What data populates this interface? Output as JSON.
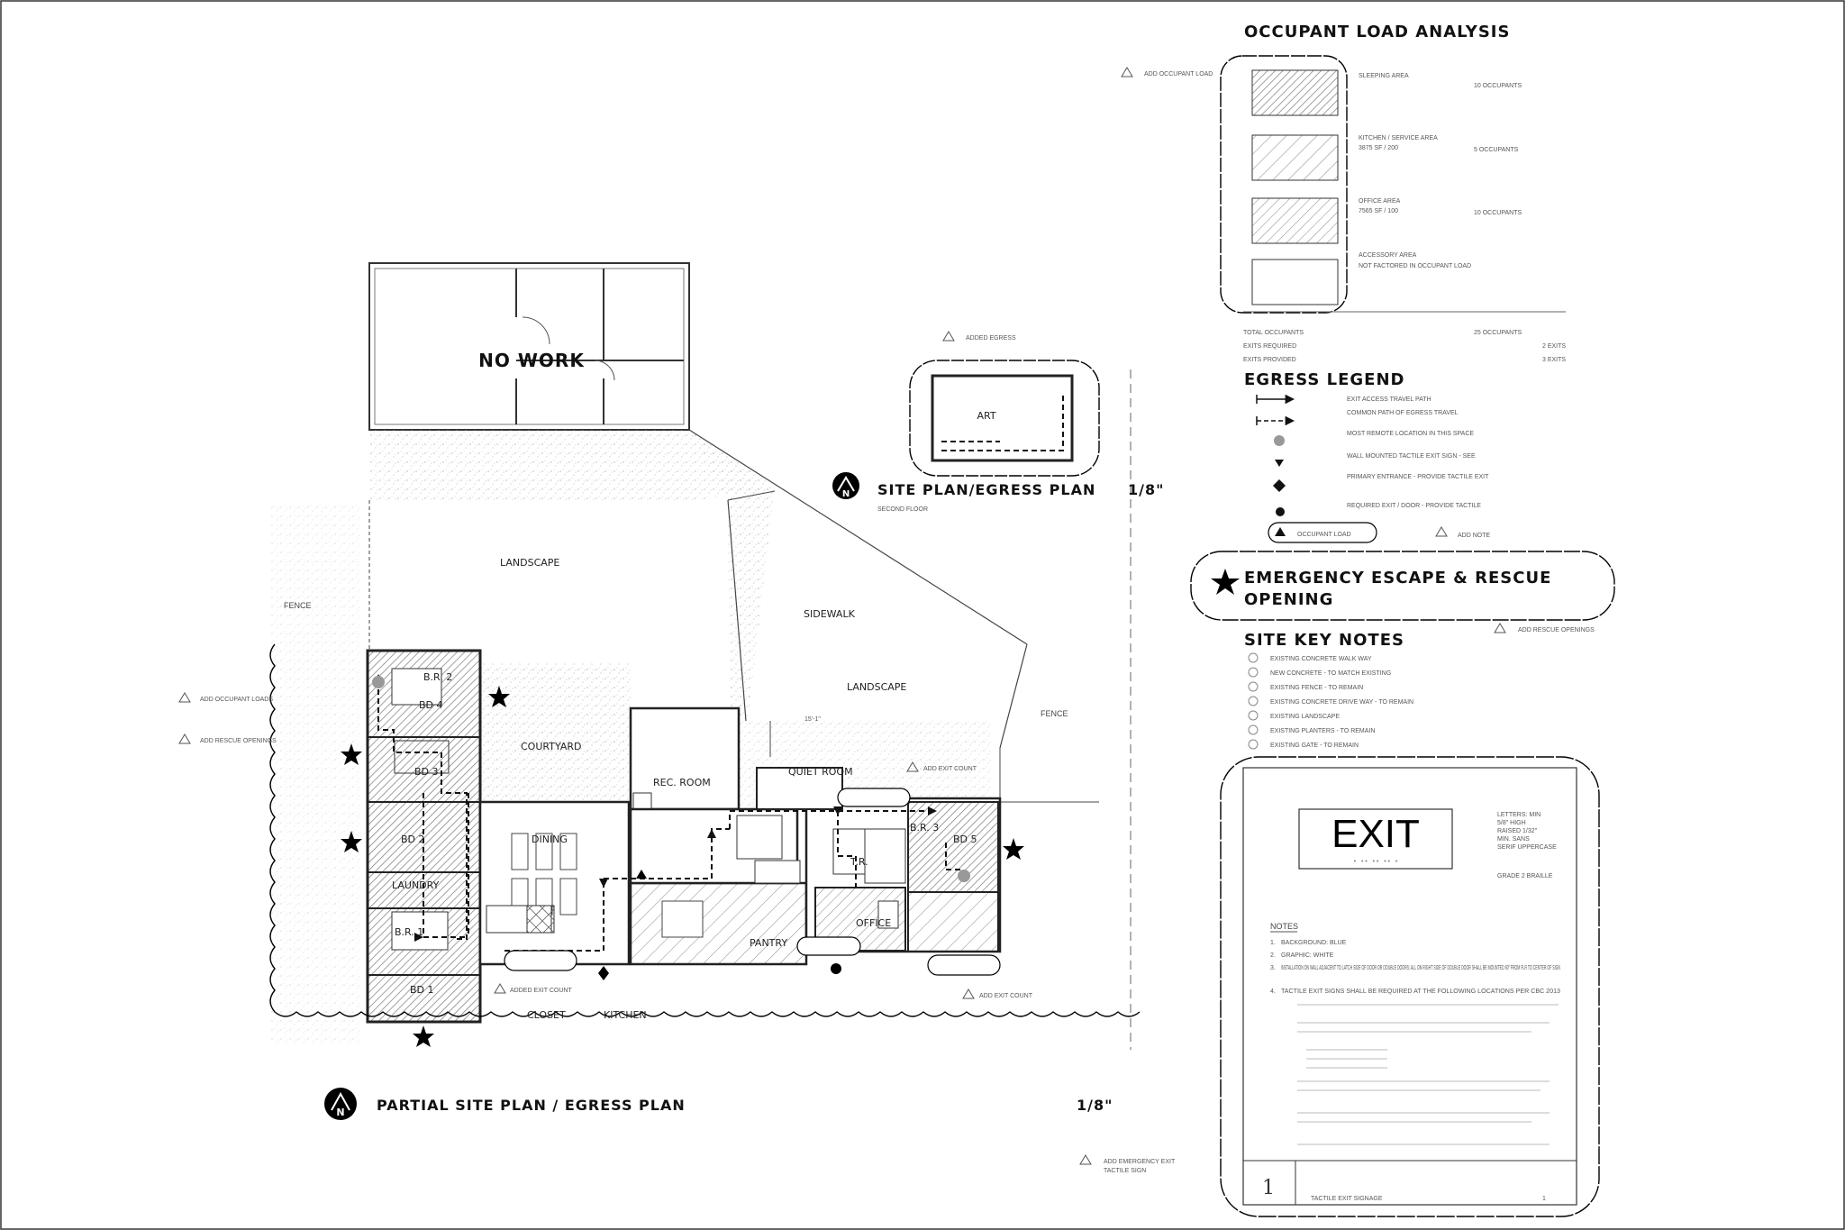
{
  "sheet": {
    "border_color": "#333333",
    "cloud_color": "#000000",
    "hatch_color": "#888888"
  },
  "occupant_load": {
    "title": "OCCUPANT LOAD ANALYSIS",
    "revision_note": "ADD OCCUPANT LOAD",
    "rows": [
      {
        "label": "SLEEPING AREA",
        "detail": "",
        "occupants": "10 OCCUPANTS",
        "pattern": "dense"
      },
      {
        "label": "KITCHEN / SERVICE AREA",
        "detail": "3875 SF / 200",
        "occupants": "5 OCCUPANTS",
        "pattern": "wide"
      },
      {
        "label": "OFFICE AREA",
        "detail": "7565 SF / 100",
        "occupants": "10 OCCUPANTS",
        "pattern": "medium"
      },
      {
        "label": "ACCESSORY AREA",
        "detail": "NOT FACTORED IN OCCUPANT LOAD",
        "occupants": "",
        "pattern": "none"
      }
    ],
    "total_label": "TOTAL OCCUPANTS",
    "total_value": "25 OCCUPANTS",
    "exits_required_label": "EXITS REQUIRED",
    "exits_required_value": "2 EXITS",
    "exits_provided_label": "EXITS PROVIDED",
    "exits_provided_value": "3 EXITS"
  },
  "egress_legend": {
    "title": "EGRESS LEGEND",
    "items": [
      {
        "symbol": "arrow-solid",
        "text": "EXIT ACCESS TRAVEL PATH"
      },
      {
        "symbol": "arrow-dashed",
        "text": "COMMON PATH OF EGRESS TRAVEL"
      },
      {
        "symbol": "circle-gray",
        "text": "MOST REMOTE LOCATION IN THIS SPACE"
      },
      {
        "symbol": "arrow-down",
        "text": "WALL MOUNTED TACTILE EXIT SIGN - SEE"
      },
      {
        "symbol": "diamond",
        "text": "PRIMARY ENTRANCE - PROVIDE TACTILE EXIT"
      },
      {
        "symbol": "dot",
        "text": "REQUIRED EXIT / DOOR - PROVIDE TACTILE"
      },
      {
        "symbol": "triangle",
        "text": "OCCUPANT LOAD"
      }
    ],
    "revision_note": "ADD NOTE",
    "occupant_tag": "OCCUPANT LOAD"
  },
  "emergency": {
    "line1": "EMERGENCY ESCAPE & RESCUE",
    "line2": "OPENING",
    "revision_note": "ADD RESCUE OPENINGS"
  },
  "site_key_notes": {
    "title": "SITE KEY NOTES",
    "items": [
      "EXISTING CONCRETE WALK WAY",
      "NEW CONCRETE - TO MATCH EXISTING",
      "EXISTING FENCE - TO REMAIN",
      "EXISTING CONCRETE DRIVE WAY - TO REMAIN",
      "EXISTING LANDSCAPE",
      "EXISTING PLANTERS - TO REMAIN",
      "EXISTING GATE - TO REMAIN"
    ]
  },
  "signage": {
    "exit_text": "EXIT",
    "specs": [
      "LETTERS: MIN",
      "5/8\" HIGH",
      "RAISED 1/32\"",
      "MIN. SANS",
      "SERIF UPPERCASE"
    ],
    "braille_note": "GRADE 2 BRAILLE",
    "notes_title": "NOTES",
    "notes": [
      "BACKGROUND: BLUE",
      "GRAPHIC: WHITE",
      "INSTALLATION ON WALL ADJACENT TO LATCH SIDE OF DOOR OR DOUBLE DOORS; ALL ON RIGHT SIDE OF DOUBLE DOOR SHALL BE MOUNTED 60\" FROM FLR TO CENTER OF SIGN",
      "TACTILE EXIT SIGNS SHALL BE REQUIRED AT THE FOLLOWING LOCATIONS PER CBC 2013"
    ],
    "number": "1",
    "caption": "TACTILE EXIT SIGNAGE",
    "scale": "1"
  },
  "plans": {
    "main_title": "PARTIAL SITE PLAN / EGRESS PLAN",
    "main_scale": "1/8\"",
    "upper_title": "SITE PLAN/EGRESS PLAN",
    "upper_scale": "1/8\"",
    "upper_sub": "SECOND FLOOR",
    "upper_room": "ART",
    "no_work": "NO WORK",
    "rooms": {
      "bd4": "BD 4",
      "br2": "B.R. 2",
      "bd3": "BD 3",
      "bd2": "BD 2",
      "laundry": "LAUNDRY",
      "br1": "B.R. 1",
      "bd1": "BD 1",
      "dining": "DINING",
      "courtyard": "COURTYARD",
      "rec": "REC. ROOM",
      "quiet": "QUIET ROOM",
      "pantry": "PANTRY",
      "office": "OFFICE",
      "tr": "T.R.",
      "br3": "B.R. 3",
      "bd5": "BD 5",
      "closet": "CLOSET",
      "kitchen": "KITCHEN",
      "landscape1": "LANDSCAPE",
      "landscape2": "LANDSCAPE",
      "sidewalk": "SIDEWALK",
      "fence1": "FENCE",
      "fence2": "FENCE"
    },
    "notes": {
      "add_egress": "ADDED EGRESS",
      "add_exit_count1": "ADD EXIT COUNT",
      "add_exit_count2": "ADDED EXIT COUNT",
      "add_exit_count3": "ADD EXIT COUNT",
      "add_occ_loads": "ADD OCCUPANT LOADS",
      "add_rescue": "ADD RESCUE OPENINGS",
      "add_emerg": "ADD EMERGENCY EXIT",
      "add_emerg2": "TACTILE SIGN",
      "occupant_load": "OCCUPANT LOAD",
      "dim": "15'-1\""
    }
  }
}
